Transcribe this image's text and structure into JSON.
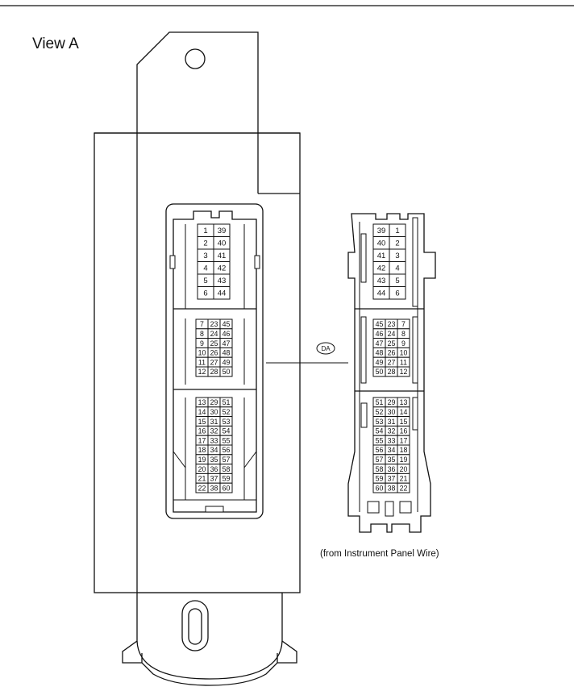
{
  "title": "View A",
  "connector_code": "DA",
  "caption": "(from Instrument Panel Wire)",
  "ecu_connector": {
    "top_block": [
      [
        "1",
        "39"
      ],
      [
        "2",
        "40"
      ],
      [
        "3",
        "41"
      ],
      [
        "4",
        "42"
      ],
      [
        "5",
        "43"
      ],
      [
        "6",
        "44"
      ]
    ],
    "middle_block": [
      [
        "7",
        "23",
        "45"
      ],
      [
        "8",
        "24",
        "46"
      ],
      [
        "9",
        "25",
        "47"
      ],
      [
        "10",
        "26",
        "48"
      ],
      [
        "11",
        "27",
        "49"
      ],
      [
        "12",
        "28",
        "50"
      ]
    ],
    "bottom_block": [
      [
        "13",
        "29",
        "51"
      ],
      [
        "14",
        "30",
        "52"
      ],
      [
        "15",
        "31",
        "53"
      ],
      [
        "16",
        "32",
        "54"
      ],
      [
        "17",
        "33",
        "55"
      ],
      [
        "18",
        "34",
        "56"
      ],
      [
        "19",
        "35",
        "57"
      ],
      [
        "20",
        "36",
        "58"
      ],
      [
        "21",
        "37",
        "59"
      ],
      [
        "22",
        "38",
        "60"
      ]
    ]
  },
  "harness_connector": {
    "top_block": [
      [
        "39",
        "1"
      ],
      [
        "40",
        "2"
      ],
      [
        "41",
        "3"
      ],
      [
        "42",
        "4"
      ],
      [
        "43",
        "5"
      ],
      [
        "44",
        "6"
      ]
    ],
    "middle_block": [
      [
        "45",
        "23",
        "7"
      ],
      [
        "46",
        "24",
        "8"
      ],
      [
        "47",
        "25",
        "9"
      ],
      [
        "48",
        "26",
        "10"
      ],
      [
        "49",
        "27",
        "11"
      ],
      [
        "50",
        "28",
        "12"
      ]
    ],
    "bottom_block": [
      [
        "51",
        "29",
        "13"
      ],
      [
        "52",
        "30",
        "14"
      ],
      [
        "53",
        "31",
        "15"
      ],
      [
        "54",
        "32",
        "16"
      ],
      [
        "55",
        "33",
        "17"
      ],
      [
        "56",
        "34",
        "18"
      ],
      [
        "57",
        "35",
        "19"
      ],
      [
        "58",
        "36",
        "20"
      ],
      [
        "59",
        "37",
        "21"
      ],
      [
        "60",
        "38",
        "22"
      ]
    ]
  }
}
